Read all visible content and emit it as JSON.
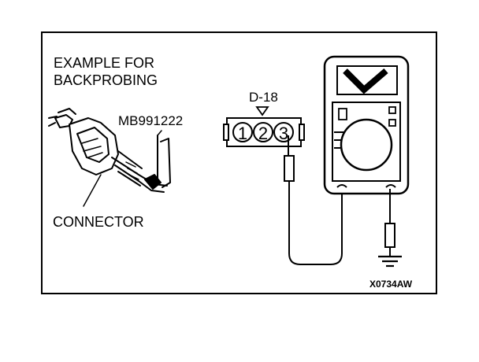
{
  "labels": {
    "example_line1": "EXAMPLE FOR",
    "example_line2": "BACKPROBING",
    "tool": "MB991222",
    "connector": "CONNECTOR",
    "connector_id": "D-18",
    "figure_code": "X0734AW"
  },
  "connector_pins": [
    "1",
    "2",
    "3"
  ],
  "icons": {
    "meter": "voltmeter-icon",
    "ground": "ground-icon",
    "harness": "connector-harness-illustration"
  },
  "colors": {
    "ink": "#000000",
    "paper": "#ffffff"
  }
}
